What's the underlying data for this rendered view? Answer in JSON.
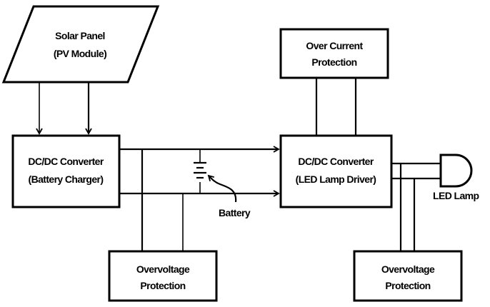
{
  "diagram": {
    "nodes": {
      "solar_panel": {
        "line1": "Solar Panel",
        "line2": "(PV Module)"
      },
      "battery_charger": {
        "line1": "DC/DC Converter",
        "line2": "(Battery Charger)"
      },
      "led_driver": {
        "line1": "DC/DC Converter",
        "line2": "(LED Lamp Driver)"
      },
      "over_current": {
        "line1": "Over Current",
        "line2": "Protection"
      },
      "overvoltage_left": {
        "line1": "Overvoltage",
        "line2": "Protection"
      },
      "overvoltage_right": {
        "line1": "Overvoltage",
        "line2": "Protection"
      },
      "battery": {
        "label": "Battery"
      },
      "led_lamp": {
        "label": "LED Lamp"
      }
    },
    "edges": [
      {
        "from": "solar_panel",
        "to": "battery_charger",
        "arrow": true,
        "count": 2
      },
      {
        "from": "battery_charger",
        "to": "led_driver",
        "arrow": true,
        "count": 2
      },
      {
        "from": "battery",
        "to": "bus",
        "arrow": false
      },
      {
        "from": "bus",
        "to": "overvoltage_left",
        "arrow": false,
        "count": 2
      },
      {
        "from": "over_current",
        "to": "led_driver",
        "arrow": false,
        "count": 2
      },
      {
        "from": "led_driver",
        "to": "led_lamp",
        "arrow": false,
        "count": 2
      },
      {
        "from": "led_lines",
        "to": "overvoltage_right",
        "arrow": false,
        "count": 2
      }
    ]
  }
}
